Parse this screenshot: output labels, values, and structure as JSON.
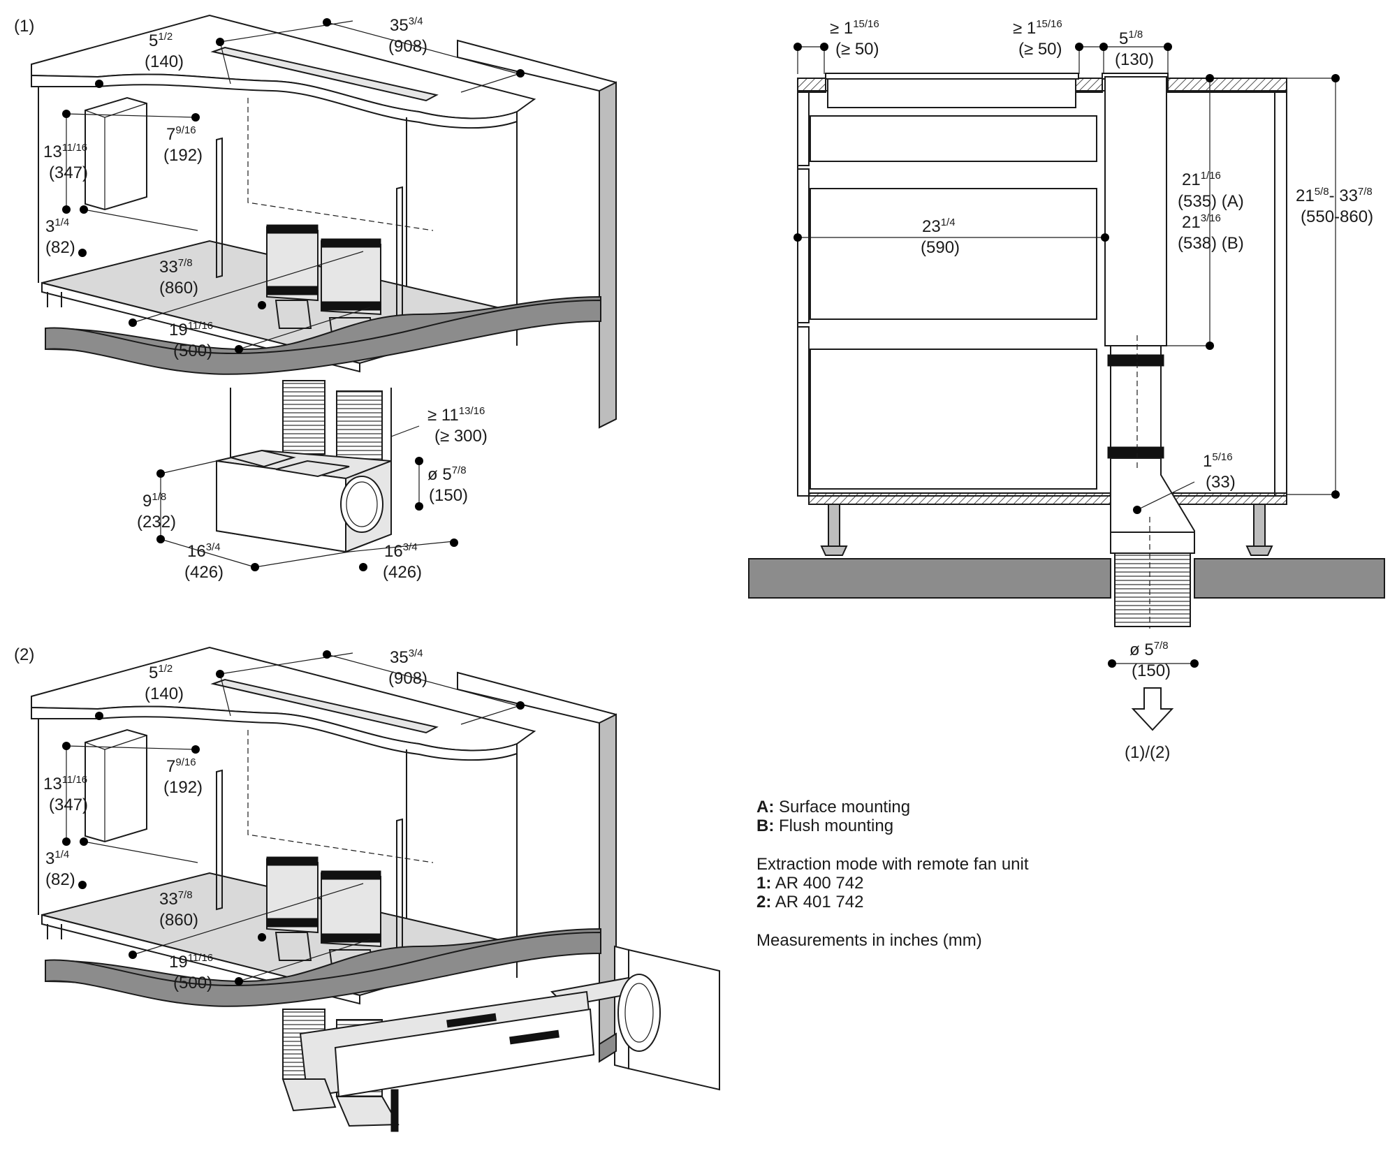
{
  "figures": {
    "fig1_label": "(1)",
    "fig2_label": "(2)",
    "outlet_label": "(1)/(2)"
  },
  "iso_dims": {
    "width_whole": "35",
    "width_frac": "3/4",
    "width_mm": "(908)",
    "depth_whole": "5",
    "depth_frac": "1/2",
    "depth_mm": "(140)",
    "box_h_whole": "13",
    "box_h_frac": "11/16",
    "box_h_mm": "(347)",
    "box_w_whole": "7",
    "box_w_frac": "9/16",
    "box_w_mm": "(192)",
    "box_off_whole": "3",
    "box_off_frac": "1/4",
    "box_off_mm": "(82)",
    "cab_w_whole": "33",
    "cab_w_frac": "7/8",
    "cab_w_mm": "(860)",
    "cab_d_whole": "19",
    "cab_d_frac": "11/16",
    "cab_d_mm": "(500)"
  },
  "fan_dims": {
    "hose_whole": "≥ 11",
    "hose_frac": "13/16",
    "hose_mm": "(≥ 300)",
    "dia_whole": "ø 5",
    "dia_frac": "7/8",
    "dia_mm": "(150)",
    "height_whole": "9",
    "height_frac": "1/8",
    "height_mm": "(232)",
    "len_a_whole": "16",
    "len_a_frac": "3/4",
    "len_a_mm": "(426)",
    "len_b_whole": "16",
    "len_b_frac": "3/4",
    "len_b_mm": "(426)"
  },
  "section_dims": {
    "gap_left_whole": "≥ 1",
    "gap_left_frac": "15/16",
    "gap_left_mm": "(≥ 50)",
    "gap_right_whole": "≥ 1",
    "gap_right_frac": "15/16",
    "gap_right_mm": "(≥ 50)",
    "duct_w_whole": "5",
    "duct_w_frac": "1/8",
    "duct_w_mm": "(130)",
    "depth_whole": "23",
    "depth_frac": "1/4",
    "depth_mm": "(590)",
    "a_whole": "21",
    "a_frac": "1/16",
    "a_mm": "(535)",
    "a_tag": "(A)",
    "b_whole": "21",
    "b_frac": "3/16",
    "b_mm": "(538)",
    "b_tag": "(B)",
    "height_a_whole": "21",
    "height_a_frac": "5/8",
    "height_sep": "- 33",
    "height_b_frac": "7/8",
    "height_mm": "(550-860)",
    "offset_whole": "1",
    "offset_frac": "5/16",
    "offset_mm": "(33)",
    "outlet_whole": "ø 5",
    "outlet_frac": "7/8",
    "outlet_mm": "(150)"
  },
  "legend": {
    "a_key": "A:",
    "a_text": "Surface mounting",
    "b_key": "B:",
    "b_text": "Flush mounting",
    "mode_text": "Extraction mode with remote fan unit",
    "k1": "1:",
    "v1": "AR 400 742",
    "k2": "2:",
    "v2": "AR 401 742",
    "units_text": "Measurements in inches (mm)"
  }
}
